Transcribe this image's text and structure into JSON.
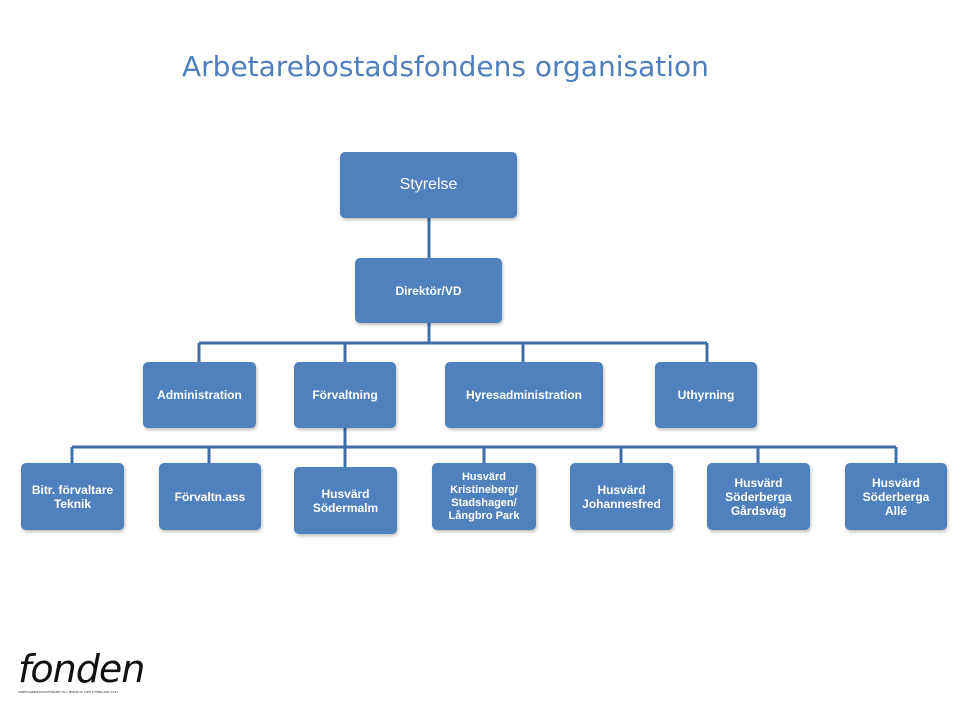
{
  "title": "Arbetarebostadsfondens organisation",
  "colors": {
    "box": "#4f81bd",
    "line": "#3f6ea8",
    "title": "#4f7fbd"
  },
  "org": {
    "root": "Styrelse",
    "director": "Direktör/VD",
    "departments": [
      "Administration",
      "Förvaltning",
      "Hyresadministration",
      "Uthyrning"
    ],
    "staff": [
      "Bitr. förvaltare\nTeknik",
      "Förvaltn.ass",
      "Husvärd\nSödermalm",
      "Husvärd\nKristineberg/\nStadshagen/\nLångbro Park",
      "Husvärd\nJohannesfred",
      "Husvärd\nSöderberga\nGårdsväg",
      "Husvärd\nSöderberga\nAllé"
    ]
  },
  "logo": {
    "wordmark": "fonden",
    "tagline": "ARBETAREBOSTADSFONDEN TILL MINNE AV DEN 6 FEBRUARI 1931"
  }
}
